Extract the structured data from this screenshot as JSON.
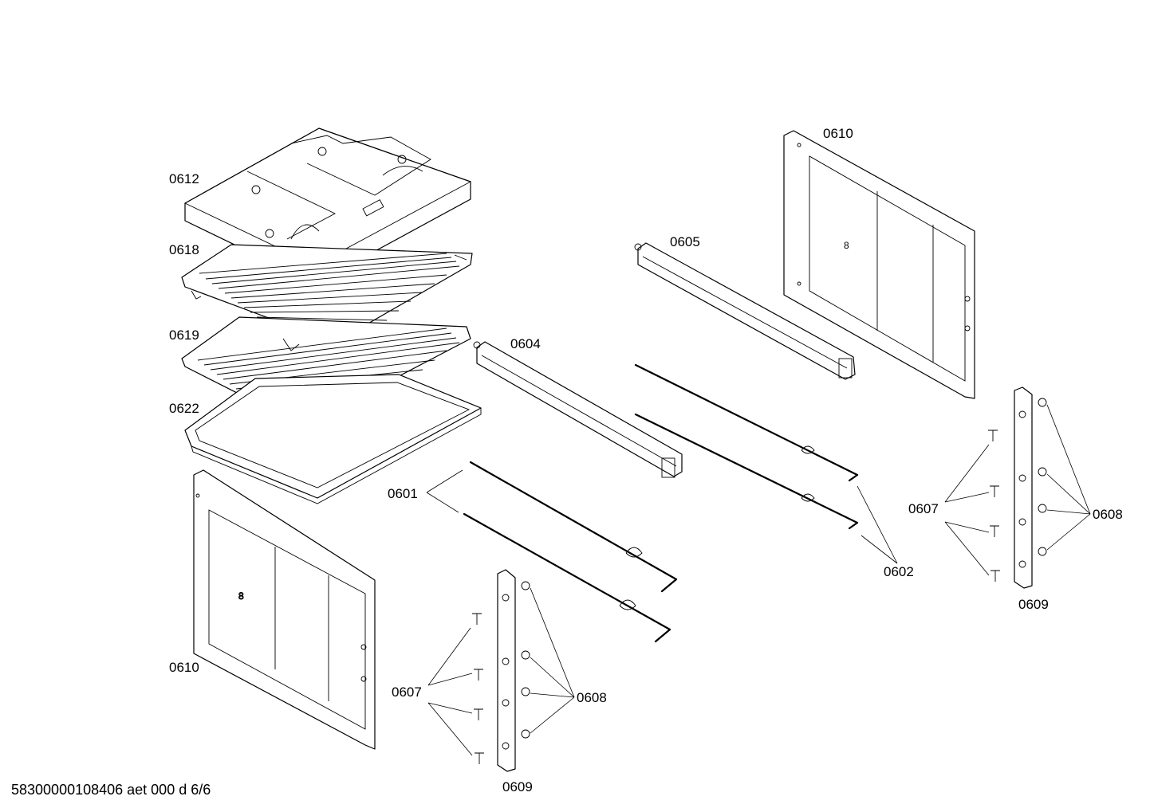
{
  "document_id": "58300000108406 aet 000 d 6/6",
  "labels": {
    "l0612": "0612",
    "l0618": "0618",
    "l0619": "0619",
    "l0622": "0622",
    "l0610_left": "0610",
    "l0610_right": "0610",
    "l0605": "0605",
    "l0604": "0604",
    "l0601": "0601",
    "l0602": "0602",
    "l0607_left": "0607",
    "l0608_left": "0608",
    "l0609_left": "0609",
    "l0607_right": "0607",
    "l0608_right": "0608",
    "l0609_right": "0609"
  }
}
